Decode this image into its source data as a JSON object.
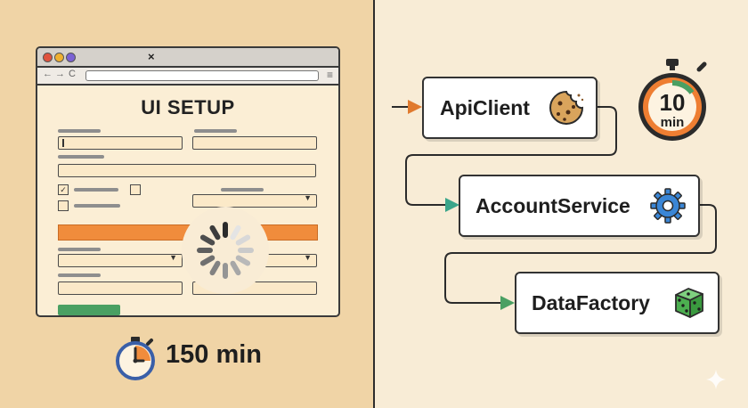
{
  "left": {
    "window": {
      "close_glyph": "×",
      "nav_back": "←",
      "nav_forward": "→",
      "nav_reload": "C",
      "menu_glyph": "≡"
    },
    "form_title": "UI SETUP",
    "checkbox_mark": "✓",
    "select_arrow": "▼",
    "duration": "150 min"
  },
  "right": {
    "nodes": [
      {
        "label": "ApiClient",
        "icon": "cookie-icon"
      },
      {
        "label": "AccountService",
        "icon": "gear-icon"
      },
      {
        "label": "DataFactory",
        "icon": "dice-icon"
      }
    ],
    "timer": {
      "value": "10",
      "unit": "min"
    }
  },
  "colors": {
    "left_bg": "#f0d4a6",
    "right_bg": "#f8ecd6",
    "accent_orange": "#f08c3c",
    "accent_green": "#4aa063",
    "gear_blue": "#3a86d6",
    "dice_green": "#4caf50",
    "arrow_orange": "#e07a2e",
    "arrow_teal": "#3aa58a"
  }
}
